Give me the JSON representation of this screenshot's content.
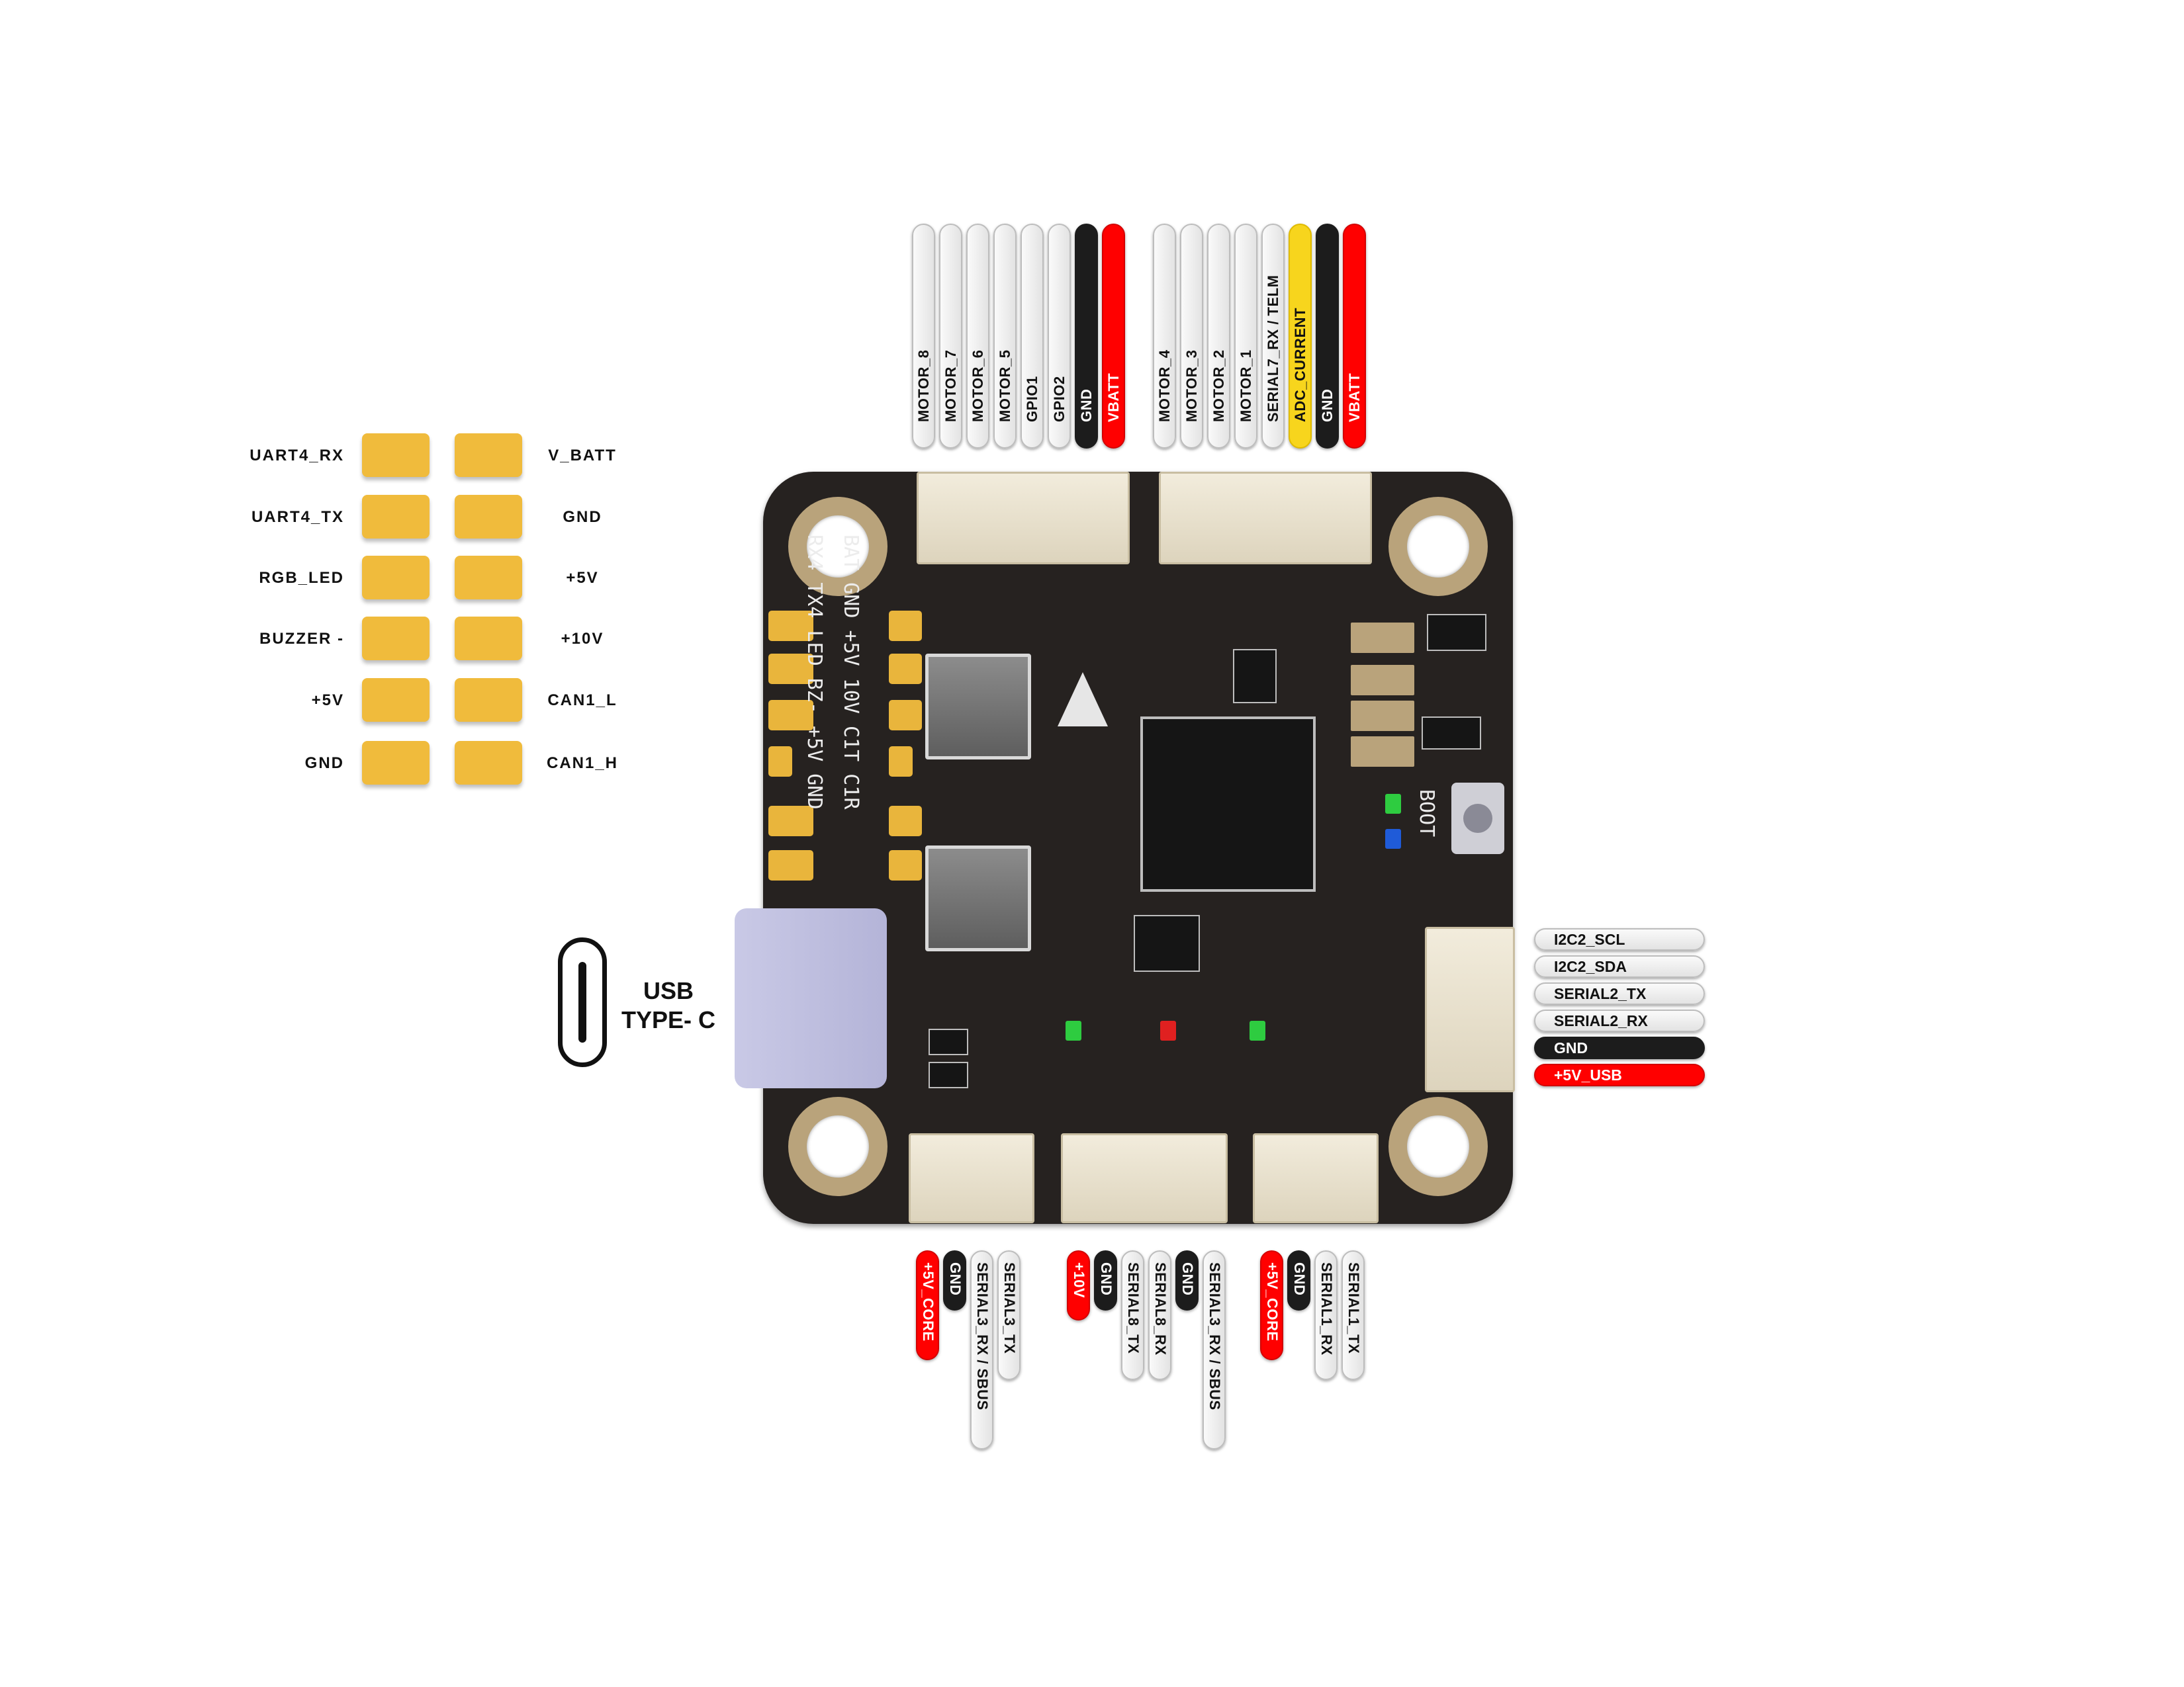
{
  "top_left_pins": [
    {
      "label": "MOTOR_8",
      "color": "white"
    },
    {
      "label": "MOTOR_7",
      "color": "white"
    },
    {
      "label": "MOTOR_6",
      "color": "white"
    },
    {
      "label": "MOTOR_5",
      "color": "white"
    },
    {
      "label": "GPIO1",
      "color": "white"
    },
    {
      "label": "GPIO2",
      "color": "white"
    },
    {
      "label": "GND",
      "color": "black"
    },
    {
      "label": "VBATT",
      "color": "red"
    }
  ],
  "top_right_pins": [
    {
      "label": "MOTOR_4",
      "color": "white"
    },
    {
      "label": "MOTOR_3",
      "color": "white"
    },
    {
      "label": "MOTOR_2",
      "color": "white"
    },
    {
      "label": "MOTOR_1",
      "color": "white"
    },
    {
      "label": "SERIAL7_RX / TELM",
      "color": "white"
    },
    {
      "label": "ADC_CURRENT",
      "color": "yellow"
    },
    {
      "label": "GND",
      "color": "black"
    },
    {
      "label": "VBATT",
      "color": "red"
    }
  ],
  "bottom_left_pins": [
    {
      "label": "+5V_CORE",
      "color": "red"
    },
    {
      "label": "GND",
      "color": "black"
    },
    {
      "label": "SERIAL3_RX / SBUS",
      "color": "white"
    },
    {
      "label": "SERIAL3_TX",
      "color": "white"
    }
  ],
  "bottom_mid_pins": [
    {
      "label": "+10V",
      "color": "red"
    },
    {
      "label": "GND",
      "color": "black"
    },
    {
      "label": "SERIAL8_TX",
      "color": "white"
    },
    {
      "label": "SERIAL8_RX",
      "color": "white"
    },
    {
      "label": "GND",
      "color": "black"
    },
    {
      "label": "SERIAL3_RX / SBUS",
      "color": "white"
    }
  ],
  "bottom_right_pins": [
    {
      "label": "+5V_CORE",
      "color": "red"
    },
    {
      "label": "GND",
      "color": "black"
    },
    {
      "label": "SERIAL1_RX",
      "color": "white"
    },
    {
      "label": "SERIAL1_TX",
      "color": "white"
    }
  ],
  "right_pins": [
    {
      "label": "I2C2_SCL",
      "color": "white"
    },
    {
      "label": "I2C2_SDA",
      "color": "white"
    },
    {
      "label": "SERIAL2_TX",
      "color": "white"
    },
    {
      "label": "SERIAL2_RX",
      "color": "white"
    },
    {
      "label": "GND",
      "color": "black"
    },
    {
      "label": "+5V_USB",
      "color": "red"
    }
  ],
  "pad_legend": {
    "left": [
      "UART4_RX",
      "UART4_TX",
      "RGB_LED",
      "BUZZER -",
      "+5V",
      "GND"
    ],
    "right": [
      "V_BATT",
      "GND",
      "+5V",
      "+10V",
      "CAN1_L",
      "CAN1_H"
    ]
  },
  "usb": {
    "line1": "USB",
    "line2": "TYPE- C"
  },
  "board_silk": {
    "col1": "RX4 TX4 LED BZ- +5V GND",
    "col2": "BAT GND +5V 10V C1T C1R",
    "boot": "BOOT"
  },
  "colors": {
    "white": "#f0f0f0",
    "black": "#1c1c1c",
    "red": "#ff0000",
    "yellow": "#f7d51d",
    "pad": "#f0bb3c",
    "board": "#262220"
  }
}
